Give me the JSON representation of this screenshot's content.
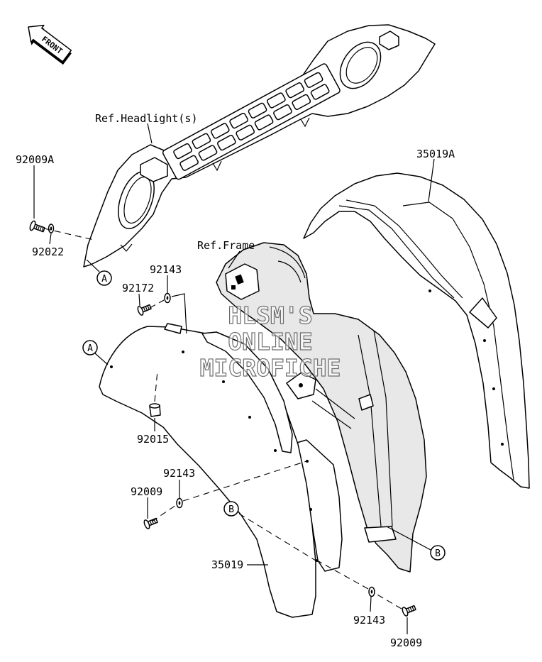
{
  "front_arrow": {
    "label": "FRONT",
    "icon": "front-direction-arrow-icon"
  },
  "reference_labels": [
    "Ref.Headlight(s)",
    "Ref.Frame"
  ],
  "part_numbers": [
    "92009A",
    "92022",
    "35019A",
    "92143",
    "92172",
    "92015",
    "92143",
    "92009",
    "35019",
    "92143",
    "92009"
  ],
  "connection_markers": [
    "A",
    "A",
    "B",
    "B"
  ],
  "watermark": [
    "HLSM'S",
    "ONLINE",
    "MICROFICHE"
  ],
  "colors": {
    "line": "#000000",
    "background": "#ffffff",
    "frame_shade": "#e8e8e8",
    "watermark": "#6e6e6e"
  }
}
